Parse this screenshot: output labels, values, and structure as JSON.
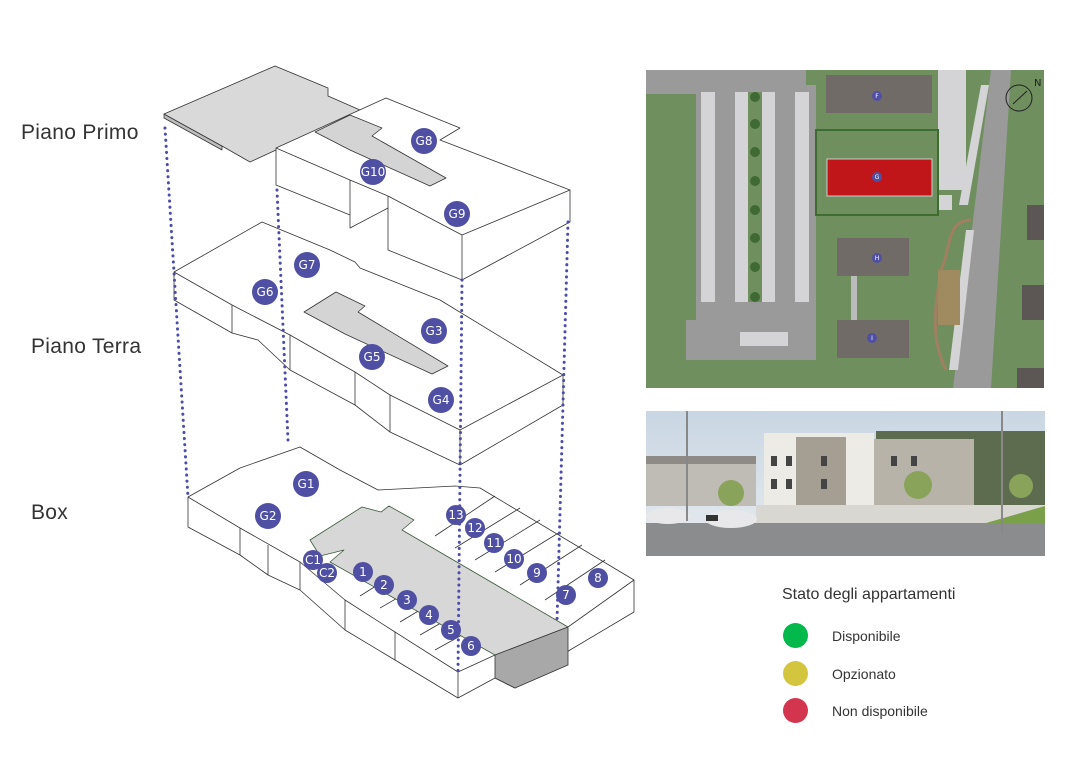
{
  "floors": [
    {
      "label": "Piano Primo",
      "units": [
        "G8",
        "G10",
        "G9"
      ]
    },
    {
      "label": "Piano Terra",
      "units": [
        "G7",
        "G6",
        "G3",
        "G5",
        "G4"
      ]
    },
    {
      "label": "Box",
      "units": [
        "G1",
        "G2",
        "13",
        "12",
        "11",
        "10",
        "9",
        "8",
        "7",
        "C1",
        "C2",
        "1",
        "2",
        "3",
        "4",
        "5",
        "6"
      ]
    }
  ],
  "map": {
    "buildings": [
      "F",
      "G",
      "H",
      "I"
    ],
    "selected": "G",
    "compass": "N",
    "selected_color": "#c0161a"
  },
  "legend": {
    "title": "Stato degli appartamenti",
    "items": [
      {
        "label": "Disponibile",
        "color": "#00b94a"
      },
      {
        "label": "Opzionato",
        "color": "#d3c63e"
      },
      {
        "label": "Non disponibile",
        "color": "#d3354f"
      }
    ]
  },
  "colors": {
    "badge": "#4f4fa3",
    "dots": "#4c4cae"
  }
}
